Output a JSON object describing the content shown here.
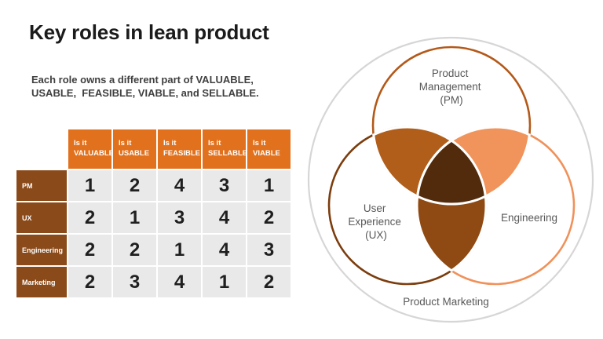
{
  "slide": {
    "title": "Key roles in lean product",
    "subtitle": "Each role owns a different part of VALUABLE,\nUSABLE,  FEASIBLE, VIABLE, and SELLABLE."
  },
  "table": {
    "headers": [
      "Is it\nVALUABLE",
      "Is it\nUSABLE",
      "Is it\nFEASIBLE",
      "Is it\nSELLABLE",
      "Is it\nVIABLE"
    ],
    "rows": [
      {
        "label": "PM",
        "values": [
          "1",
          "2",
          "4",
          "3",
          "1"
        ]
      },
      {
        "label": "UX",
        "values": [
          "2",
          "1",
          "3",
          "4",
          "2"
        ]
      },
      {
        "label": "Engineering",
        "values": [
          "2",
          "2",
          "1",
          "4",
          "3"
        ]
      },
      {
        "label": "Marketing",
        "values": [
          "2",
          "3",
          "4",
          "1",
          "2"
        ]
      }
    ]
  },
  "venn": {
    "pm": {
      "lines": [
        "Product",
        "Management",
        "(PM)"
      ]
    },
    "ux": {
      "lines": [
        "User",
        "Experience",
        "(UX)"
      ]
    },
    "engineering": {
      "label": "Engineering"
    },
    "outer": {
      "label": "Product Marketing"
    }
  },
  "colors": {
    "header_orange": "#E2711D",
    "row_label_brown": "#8B4A19",
    "cell_gray": "#E9E9E9",
    "pm_circle_stroke": "#B35919",
    "ux_circle_stroke": "#7B3D0E",
    "engineering_circle_stroke": "#F0915A",
    "outer_circle_stroke": "#D6D6D6",
    "pm_ux_overlap": "#B05E1A",
    "pm_engineering_overlap": "#F0945C",
    "ux_engineering_overlap": "#8E4A12",
    "center_overlap": "#522B0D",
    "venn_label_gray": "#595959"
  }
}
